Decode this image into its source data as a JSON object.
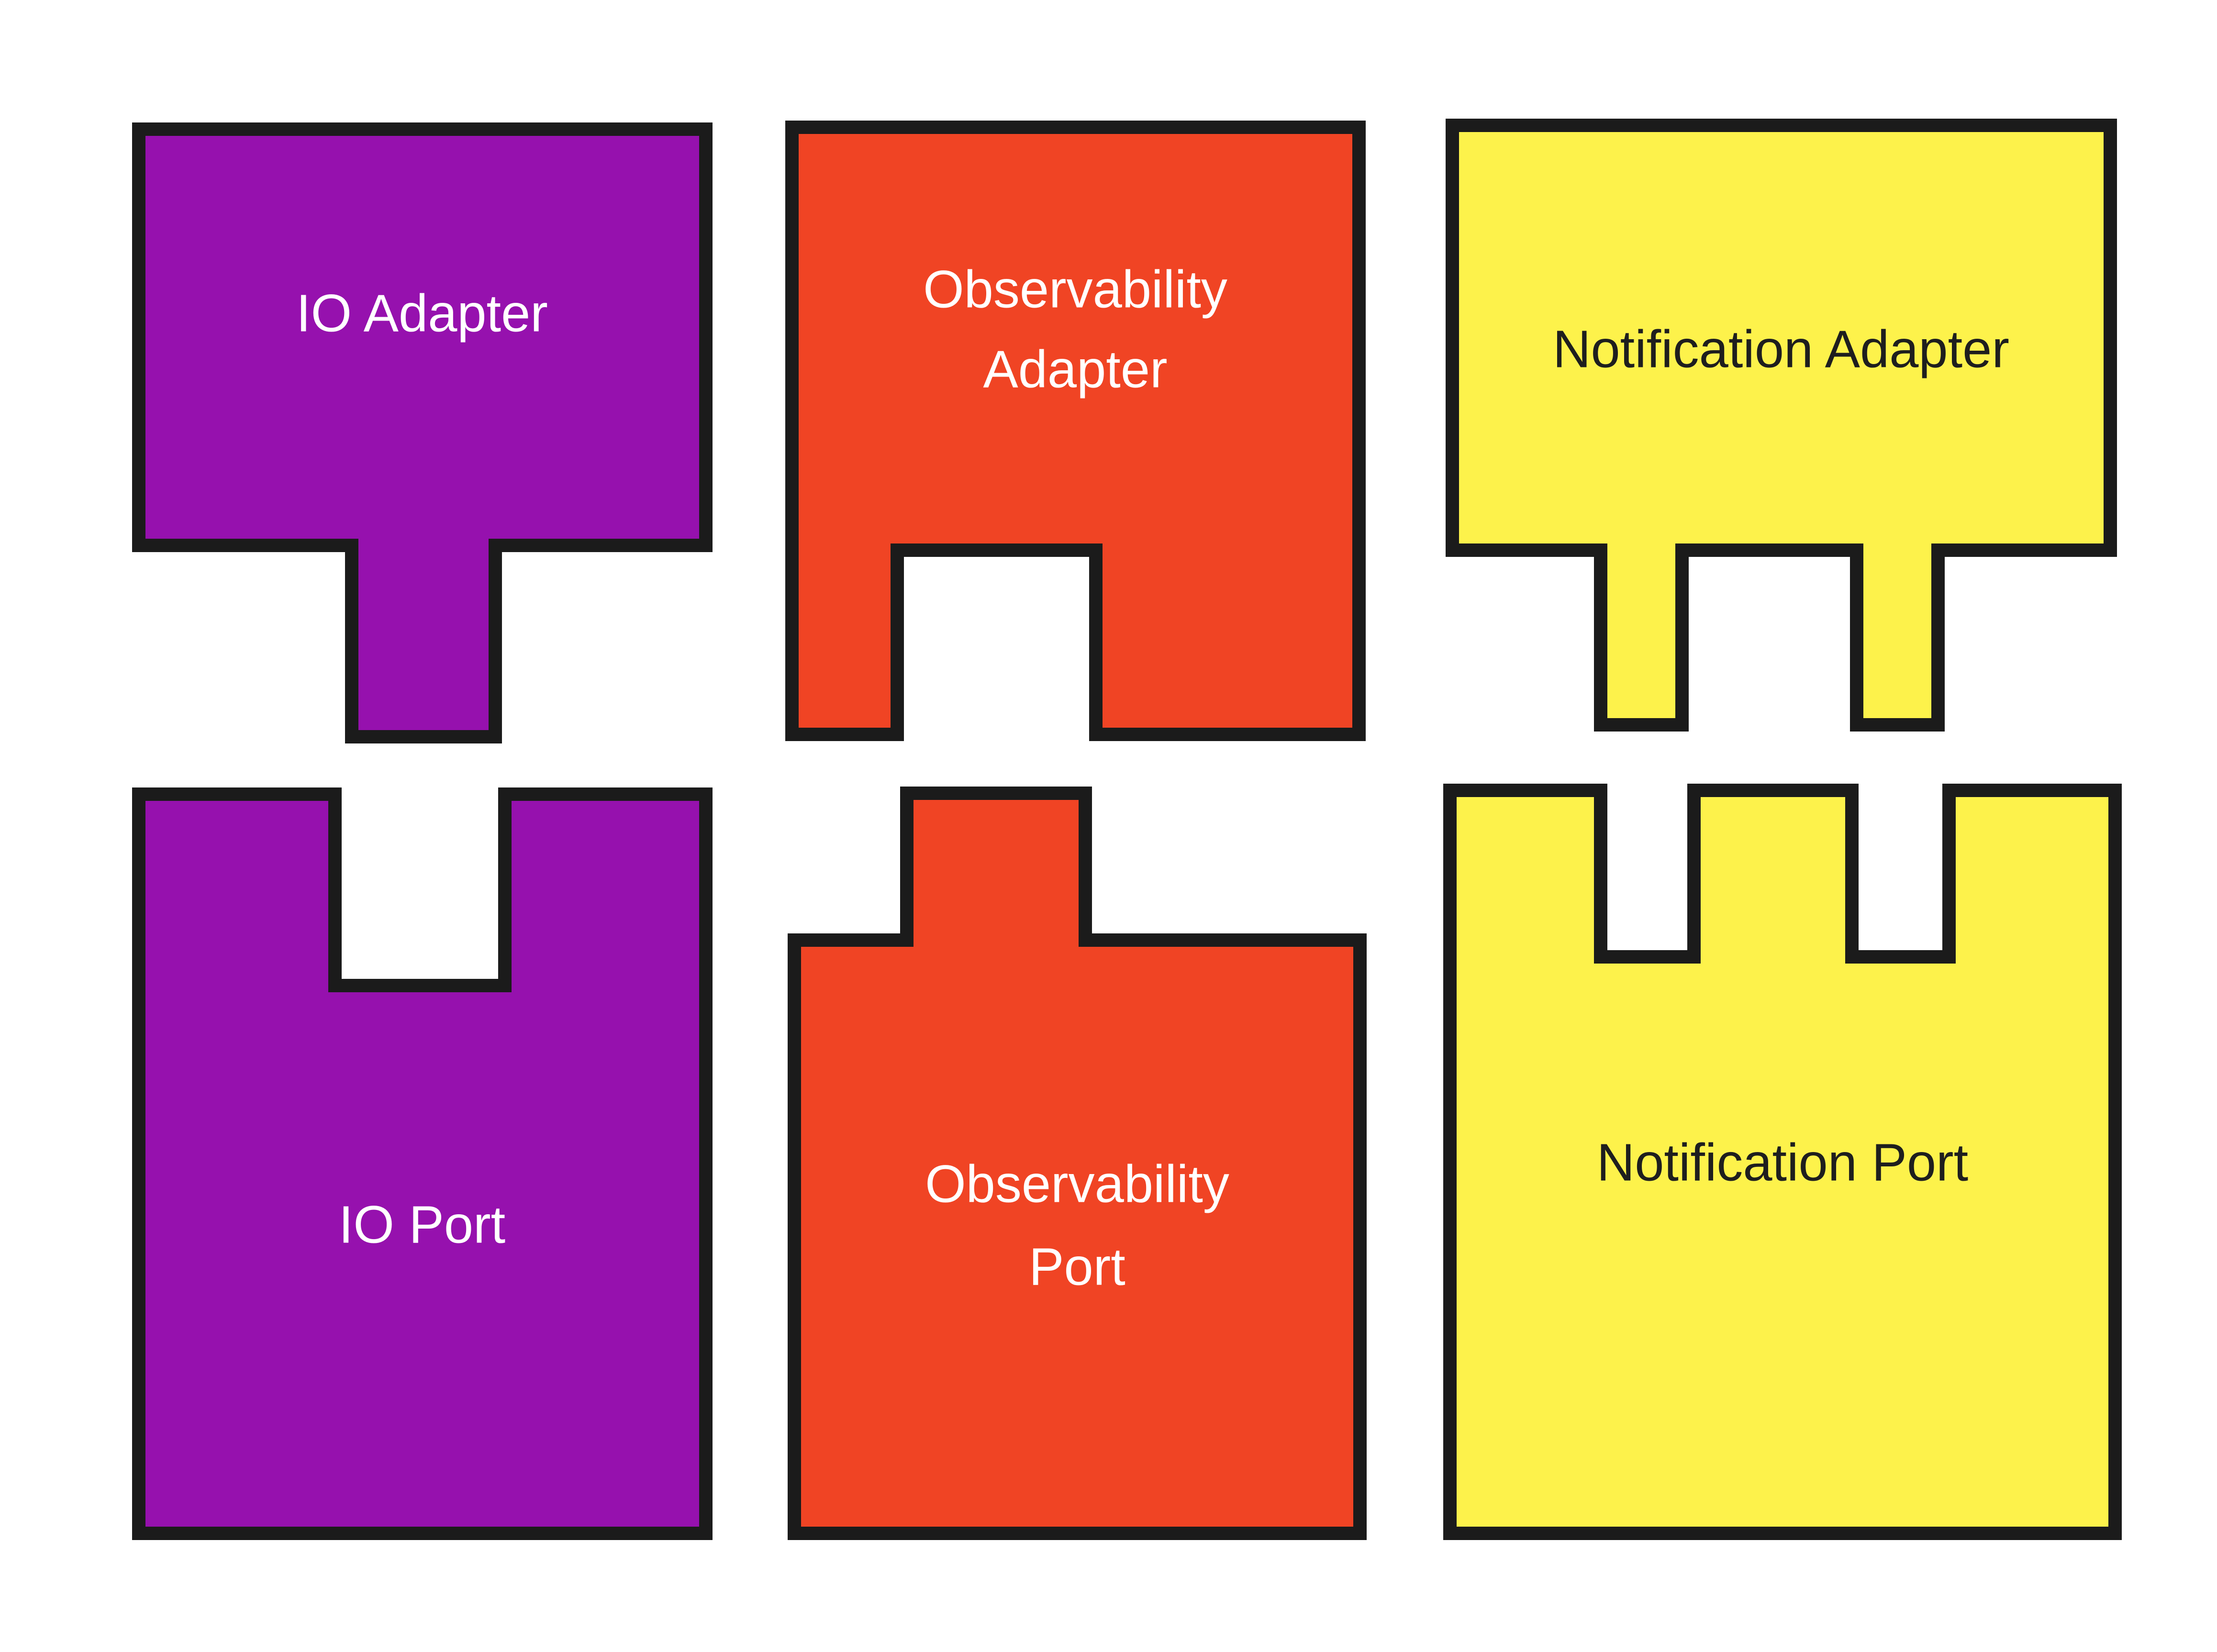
{
  "diagram": {
    "background_color": "#ffffff",
    "outline_color": "#1b1b1b",
    "pieces": [
      {
        "id": "io-adapter",
        "lines": [
          "IO Adapter"
        ],
        "color": "#9611ae",
        "text_color": "#ffffff",
        "connector": "one tab on bottom"
      },
      {
        "id": "observability-adapter",
        "lines": [
          "Observability",
          "Adapter"
        ],
        "color": "#f04424",
        "text_color": "#ffffff",
        "connector": "one notch on bottom"
      },
      {
        "id": "notification-adapter",
        "lines": [
          "Notification Adapter"
        ],
        "color": "#fdf24b",
        "text_color": "#1e1e1e",
        "connector": "two tabs on bottom"
      },
      {
        "id": "io-port",
        "lines": [
          "IO Port"
        ],
        "color": "#9611ae",
        "text_color": "#ffffff",
        "connector": "one notch on top"
      },
      {
        "id": "observability-port",
        "lines": [
          "Observability",
          "Port"
        ],
        "color": "#f04424",
        "text_color": "#ffffff",
        "connector": "one tab on top"
      },
      {
        "id": "notification-port",
        "lines": [
          "Notification Port"
        ],
        "color": "#fdf24b",
        "text_color": "#1e1e1e",
        "connector": "two notches on top"
      }
    ]
  }
}
